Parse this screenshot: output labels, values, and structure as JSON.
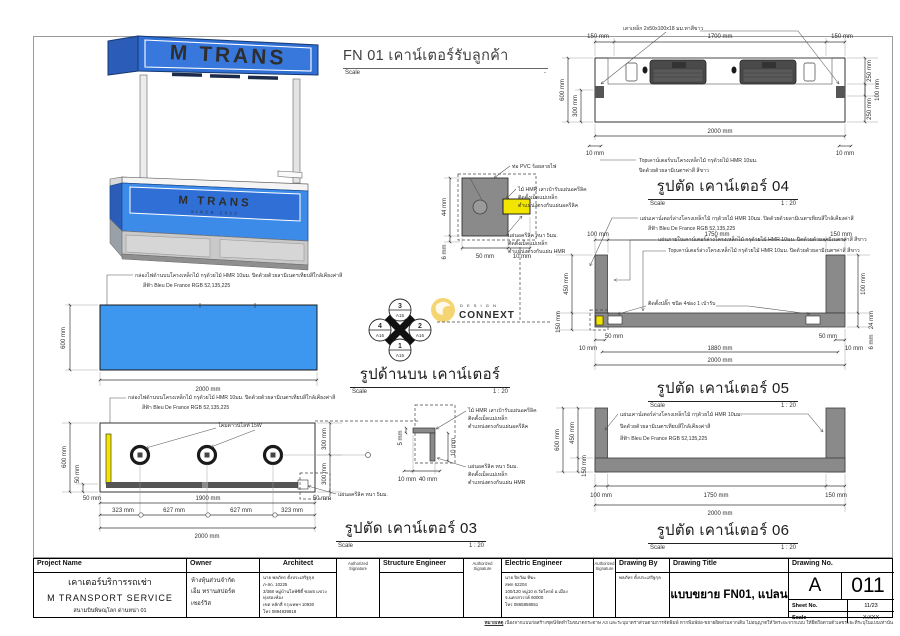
{
  "colors": {
    "blue_flat": "#3D97EF",
    "sign_front": "#2F6FD6",
    "counter_front": "#3D8BE8",
    "side_blue": "#2B5CB8",
    "yellow": "#F2E600",
    "wall_gray": "#8A8A8A"
  },
  "kiosk": {
    "sign": "M TRANS",
    "counter_sign": "M TRANS",
    "counter_sub": "SINCE 2022"
  },
  "heading": {
    "title": "FN 01 เคาน์เตอร์รับลูกค้า",
    "scale_label": "Scale",
    "scale_value": "-"
  },
  "watermark": {
    "line1": "D E S I G N",
    "line2": "CONNEXT"
  },
  "marker": {
    "top_num": "3",
    "top_ref": "A15",
    "right_num": "2",
    "right_ref": "A16",
    "bottom_num": "1",
    "bottom_ref": "A15",
    "left_num": "4",
    "left_ref": "A16"
  },
  "view04": {
    "title": "รูปตัด เคาน์เตอร์ 04",
    "scale_label": "Scale",
    "scale_value": "1 : 20",
    "note_post": "เสาเหล็ก 2x50x100x18 มม.ทาสีขาว",
    "note_top1": "Topเคาน์เตอร์บนโครงเหล็กไม้ กรุด้วยไม้ HMR 10มม.",
    "note_top2": "ปิดด้วยด้วยลามิเนตฯค่าสี สีขาว",
    "d_150l": "150 mm",
    "d_1700": "1700 mm",
    "d_150r": "150 mm",
    "d_600": "600 mm",
    "d_300": "300 mm",
    "d_250t": "250 mm",
    "d_100": "100 mm",
    "d_250b": "250 mm",
    "d_2000": "2000 mm",
    "d_10l": "10 mm",
    "d_10r": "10 mm"
  },
  "post_detail": {
    "note_pvc": "ท่อ PVC ร้อยสายไฟ",
    "note_hmr1": "ไม้ HMR เสาเบ้ารับแผ่นอครีลิค",
    "note_hmr2": "ติดตั้งเม็ดแม่เหล็ก",
    "note_hmr3": "ตำแหน่งตรงกับแผ่นอครีลิค",
    "note_ac1": "แผ่นอครีลิค หนา 5มม.",
    "note_ac2": "ติดตั้งเม็ดแม่เหล็ก",
    "note_ac3": "ตำแหน่งตรงกับแผ่น HMR",
    "d_44": "44 mm",
    "d_6": "6 mm",
    "d_50": "50 mm",
    "d_10": "10 mm"
  },
  "topview": {
    "title": "รูปด้านบน เคาน์เตอร์",
    "scale_label": "Scale",
    "scale_value": "1 : 20",
    "note1": "กล่องไฟด้านบนโครงเหล็กไม้ กรุด้วยไม้ HMR 10มม. ปิดด้วยด้วยลามิเนตฯเทียบสีใกล้เคียงค่าสี",
    "note2": "สีฟ้า  Bleu De France RGB 52,135,225",
    "d_600": "600 mm",
    "d_2000": "2000 mm"
  },
  "view05": {
    "title": "รูปตัด เคาน์เตอร์ 05",
    "scale_label": "Scale",
    "scale_value": "1 : 20",
    "note1": "แผ่นเคาน์เตอร์ล่างโครงเหล็กไม้ กรุด้วยไม้ HMR 10มม. ปิดด้วยด้วยลามิเนตฯเทียบสีใกล้เคียงค่าสี",
    "note2": "สีฟ้า  Bleu De France RGB 52,135,225",
    "note3": "แผ่นภายในเคาน์เตอร์ล่างโครงเหล็กไม้ กรุด้วยไม้ HMR 10มม. ปิดด้วยด้วยลามิเนตฯค่าสี สีขาว",
    "note4": "Topเคาน์เตอร์ล่างโครงเหล็กไม้ กรุด้วยไม้ HMR 10มม. ปิดด้วยด้วยลามิเนตฯค่าสี สีขาว",
    "note_plug": "ติดตั้งปลั๊ก ชนิด 4ช่อง 1 เบ้ารับ",
    "d_100t": "100 mm",
    "d_1750": "1750 mm",
    "d_150t": "150 mm",
    "d_450": "450 mm",
    "d_150l": "150 mm",
    "d_100r": "100 mm",
    "d_24": "24 mm",
    "d_6": "6 mm",
    "d_50l": "50 mm",
    "d_50r": "50 mm",
    "d_10l": "10 mm",
    "d_1880": "1880 mm",
    "d_10r": "10 mm",
    "d_2000": "2000 mm"
  },
  "view03": {
    "title": "รูปตัด เคาน์เตอร์ 03",
    "scale_label": "Scale",
    "scale_value": "1 : 20",
    "note1": "กล่องไฟด้านบนโครงเหล็กไม้ กรุด้วยไม้ HMR 10มม. ปิดด้วยด้วยลามิเนตฯเทียบสีใกล้เคียงค่าสี",
    "note2": "สีฟ้า  Bleu De France RGB 52,135,225",
    "note_lamp": "โคมดาวน์ไลท์ 15W",
    "note_ac": "แผ่นอครีลิค หนา 5มม.",
    "d_600": "600 mm",
    "d_50v": "50 mm",
    "d_300a": "300 mm",
    "d_300b": "300 mm",
    "d_50l": "50 mm",
    "d_1900": "1900 mm",
    "d_50r": "50 mm",
    "d_323a": "323 mm",
    "d_627a": "627 mm",
    "d_627b": "627 mm",
    "d_323b": "323 mm",
    "d_2000": "2000 mm"
  },
  "corner_detail": {
    "note_hmr1": "ไม้ HMR เสาเบ้ารับแผ่นอครีลิค",
    "note_hmr2": "ติดตั้งเม็ดแม่เหล็ก",
    "note_hmr3": "ตำแหน่งตรงกับแผ่นอครีลิค",
    "note_ac1": "แผ่นอครีลิค หนา 5มม.",
    "note_ac2": "ติดตั้งเม็ดแม่เหล็ก",
    "note_ac3": "ตำแหน่งตรงกับแผ่น HMR",
    "d_5": "5 mm",
    "d_10a": "10 mm",
    "d_40": "40 mm",
    "d_10b": "10 mm"
  },
  "view06": {
    "title": "รูปตัด เคาน์เตอร์ 06",
    "scale_label": "Scale",
    "scale_value": "1 : 20",
    "note1": "แผ่นเคาน์เตอร์ล่างโครงเหล็กไม้ กรุด้วยไม้ HMR 10มม.",
    "note2": "ปิดด้วยด้วยลามิเนตฯเทียบสีใกล้เคียงค่าสี",
    "note3": "สีฟ้า  Bleu De France RGB 52,135,225",
    "d_600": "600 mm",
    "d_450": "450 mm",
    "d_150l": "150 mm",
    "d_100": "100 mm",
    "d_1750": "1750 mm",
    "d_150b": "150 mm",
    "d_2000": "2000 mm"
  },
  "titleblock": {
    "project": {
      "label": "Project Name",
      "line1": "เคาเตอร์บริการรถเช่า",
      "line2": "M TRANSPORT SERVICE",
      "line3": "สนามบินพิษณุโลก ด่านหน่า 01"
    },
    "owner": {
      "label": "Owner",
      "line1": "ห้างหุ้นส่วนจำกัด",
      "line2": "เอ็ม ทรานสปอร์ต เซอร์วิส"
    },
    "architect": {
      "label": "Architect",
      "line1": "นาย พลภัทร ตั้งประเสริฐกุล",
      "line2": "ภ-สถ. 10225",
      "line3": "3/368 หมู่บ้านไลฟ์ซิตี้ ซอย5 แขวง ทุ่งสองห้อง",
      "line4": "เขต หลักสี่ กรุงเทพฯ 10930",
      "line5": "โทร 0894939818"
    },
    "auth": {
      "line1": "Authorized",
      "line2": "Signature"
    },
    "structure": {
      "label": "Structure Engineer"
    },
    "electric": {
      "label": "Electric Engineer",
      "line1": "นาย ปิยวัฒ ทีฆะ",
      "line2": "สฟก 62204",
      "line3": "100/120 หมู่10 ต.วัดไทรย์ อ.เมือง",
      "line4": "จ.นครสวรรค์ 60000",
      "line5": "โทร 0865858551"
    },
    "drawing_by": {
      "label": "Drawing By",
      "line1": "พลภัทร ตั้งประเสริฐกุล"
    },
    "drawing_title": {
      "label": "Drawing Title",
      "value": "แบบขยาย FN01, แปลน"
    },
    "drawing_no": {
      "label": "Drawing No.",
      "series": "A",
      "number": "011",
      "sheet_label": "Sheet No.",
      "sheet_value": "11/23",
      "scale_label": "Scale",
      "scale_value": "X:XXX"
    }
  },
  "footnote": {
    "label": "หมายเหตุ",
    "text": " เนื่องจากแบบก่อสร้างชุดนี้จัดทำในขนาดกระดาษ A3 และระบุมาตราส่วนตามการจัดพิมพ์ หากพิมพ์ย่อ-ขยายผิดส่วนจากเดิม ไม่อนุญาตให้วัดระยะจากแบบ ให้ยึดถือตามตัวเลขระยะที่ระบุในแบบเท่านั้น"
  }
}
